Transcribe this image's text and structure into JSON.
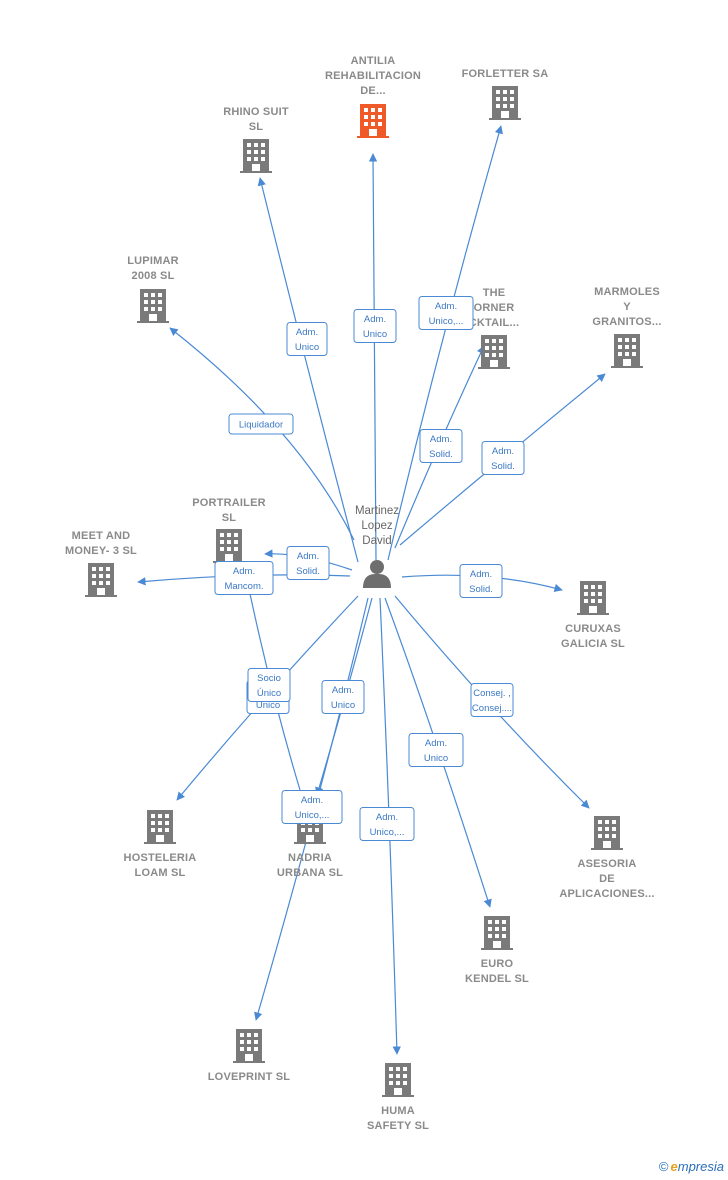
{
  "colors": {
    "edge": "#4a8ad4",
    "building": "#7a7a7a",
    "building_highlight": "#f05a28",
    "person": "#6e6e6e"
  },
  "person": {
    "lines": [
      "Martinez",
      "Lopez",
      "David"
    ],
    "icon": "person-icon"
  },
  "companies": [
    {
      "id": "antilia",
      "lines": [
        "ANTILIA",
        "REHABILITACION",
        "DE..."
      ],
      "highlight": true
    },
    {
      "id": "forletter",
      "lines": [
        "FORLETTER SA"
      ]
    },
    {
      "id": "rhino",
      "lines": [
        "RHINO SUIT",
        "SL"
      ]
    },
    {
      "id": "lupimar",
      "lines": [
        "LUPIMAR",
        "2008 SL"
      ]
    },
    {
      "id": "thecorner",
      "lines": [
        "THE",
        "ORNER",
        "CKTAIL..."
      ]
    },
    {
      "id": "marmoles",
      "lines": [
        "MARMOLES",
        "Y",
        "GRANITOS..."
      ]
    },
    {
      "id": "portrailer",
      "lines": [
        "PORTRAILER",
        "SL"
      ]
    },
    {
      "id": "meetmoney",
      "lines": [
        "MEET AND",
        "MONEY- 3  SL"
      ]
    },
    {
      "id": "curuxas",
      "lines": [
        "CURUXAS",
        "GALICIA SL"
      ]
    },
    {
      "id": "hosteleria",
      "lines": [
        "HOSTELERIA",
        "LOAM SL"
      ]
    },
    {
      "id": "nadria",
      "lines": [
        "NADRIA",
        "URBANA  SL"
      ]
    },
    {
      "id": "asesoria",
      "lines": [
        "ASESORIA",
        "DE",
        "APLICACIONES..."
      ]
    },
    {
      "id": "eurokendel",
      "lines": [
        "EURO",
        "KENDEL  SL"
      ]
    },
    {
      "id": "loveprint",
      "lines": [
        "LOVEPRINT  SL"
      ]
    },
    {
      "id": "humasafety",
      "lines": [
        "HUMA",
        "SAFETY  SL"
      ]
    }
  ],
  "relations": [
    {
      "to": "antilia",
      "lines": [
        "Adm.",
        "Unico"
      ]
    },
    {
      "to": "rhino",
      "lines": [
        "Adm.",
        "Unico"
      ]
    },
    {
      "to": "forletter",
      "lines": [
        "Adm.",
        "Unico,..."
      ]
    },
    {
      "to": "lupimar",
      "lines": [
        "Liquidador"
      ]
    },
    {
      "to": "thecorner",
      "lines": [
        "Adm.",
        "Solid."
      ]
    },
    {
      "to": "marmoles",
      "lines": [
        "Adm.",
        "Solid."
      ]
    },
    {
      "to": "portrailer",
      "lines": [
        "Adm.",
        "Solid."
      ]
    },
    {
      "to": "meetmoney",
      "lines": [
        "Adm.",
        "Mancom."
      ]
    },
    {
      "to": "curuxas",
      "lines": [
        "Adm.",
        "Solid."
      ]
    },
    {
      "to": "hosteleria",
      "lines": [
        "Adm.",
        "Unico"
      ]
    },
    {
      "to": "hosteleria",
      "lines": [
        "Socio",
        "Único"
      ]
    },
    {
      "to": "nadria",
      "lines": [
        "Adm.",
        "Unico"
      ]
    },
    {
      "to": "nadria",
      "lines": [
        "Consej. ,",
        "Consej...."
      ]
    },
    {
      "to": "asesoria",
      "lines": [
        "Adm.",
        "Unico"
      ]
    },
    {
      "to": "eurokendel",
      "lines": [
        "Adm.",
        "Unico,..."
      ]
    },
    {
      "to": "humasafety",
      "lines": [
        "Adm.",
        "Unico,..."
      ]
    }
  ],
  "footer": {
    "copyright": "©",
    "brand_first": "e",
    "brand_rest": "mpresia"
  }
}
